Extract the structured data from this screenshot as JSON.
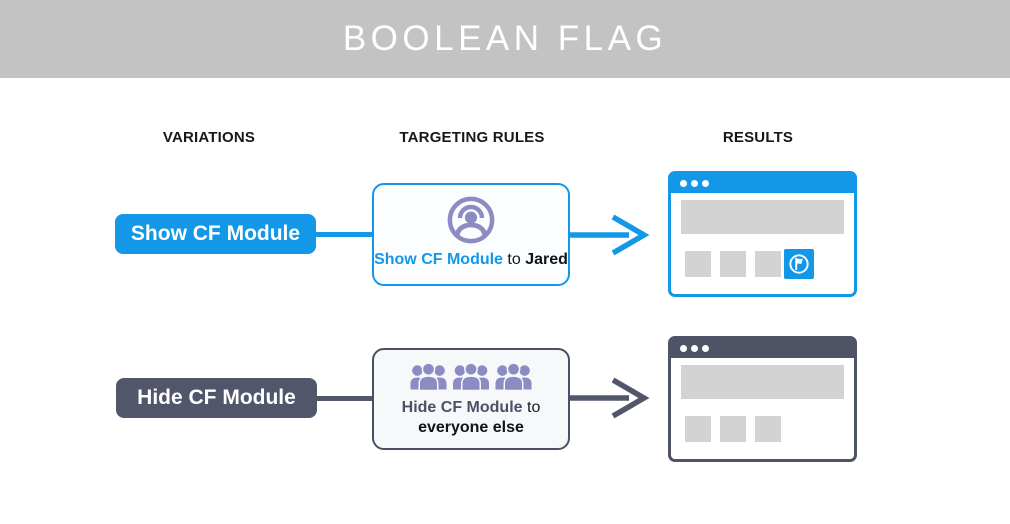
{
  "header": {
    "title": "BOOLEAN FLAG"
  },
  "columns": [
    {
      "label": "VARIATIONS"
    },
    {
      "label": "TARGETING RULES"
    },
    {
      "label": "RESULTS"
    }
  ],
  "rows": [
    {
      "variation": {
        "label": "Show CF Module"
      },
      "rule": {
        "icon": "single-user-circle-icon",
        "flag": "Show CF Module",
        "connector": "to",
        "audience": "Jared"
      },
      "result": {
        "cf_module_visible": true,
        "module_icon": "flag-circle-icon"
      }
    },
    {
      "variation": {
        "label": "Hide CF Module"
      },
      "rule": {
        "icon": "crowd-icon",
        "flag": "Hide CF Module",
        "connector": "to",
        "audience": "everyone else"
      },
      "result": {
        "cf_module_visible": false
      }
    }
  ],
  "colors": {
    "accent_blue": "#1398E8",
    "slate": "#52566A",
    "icon_purple": "#8D8CC2",
    "header_gray": "#C3C3C3",
    "placeholder_gray": "#D3D3D4"
  }
}
